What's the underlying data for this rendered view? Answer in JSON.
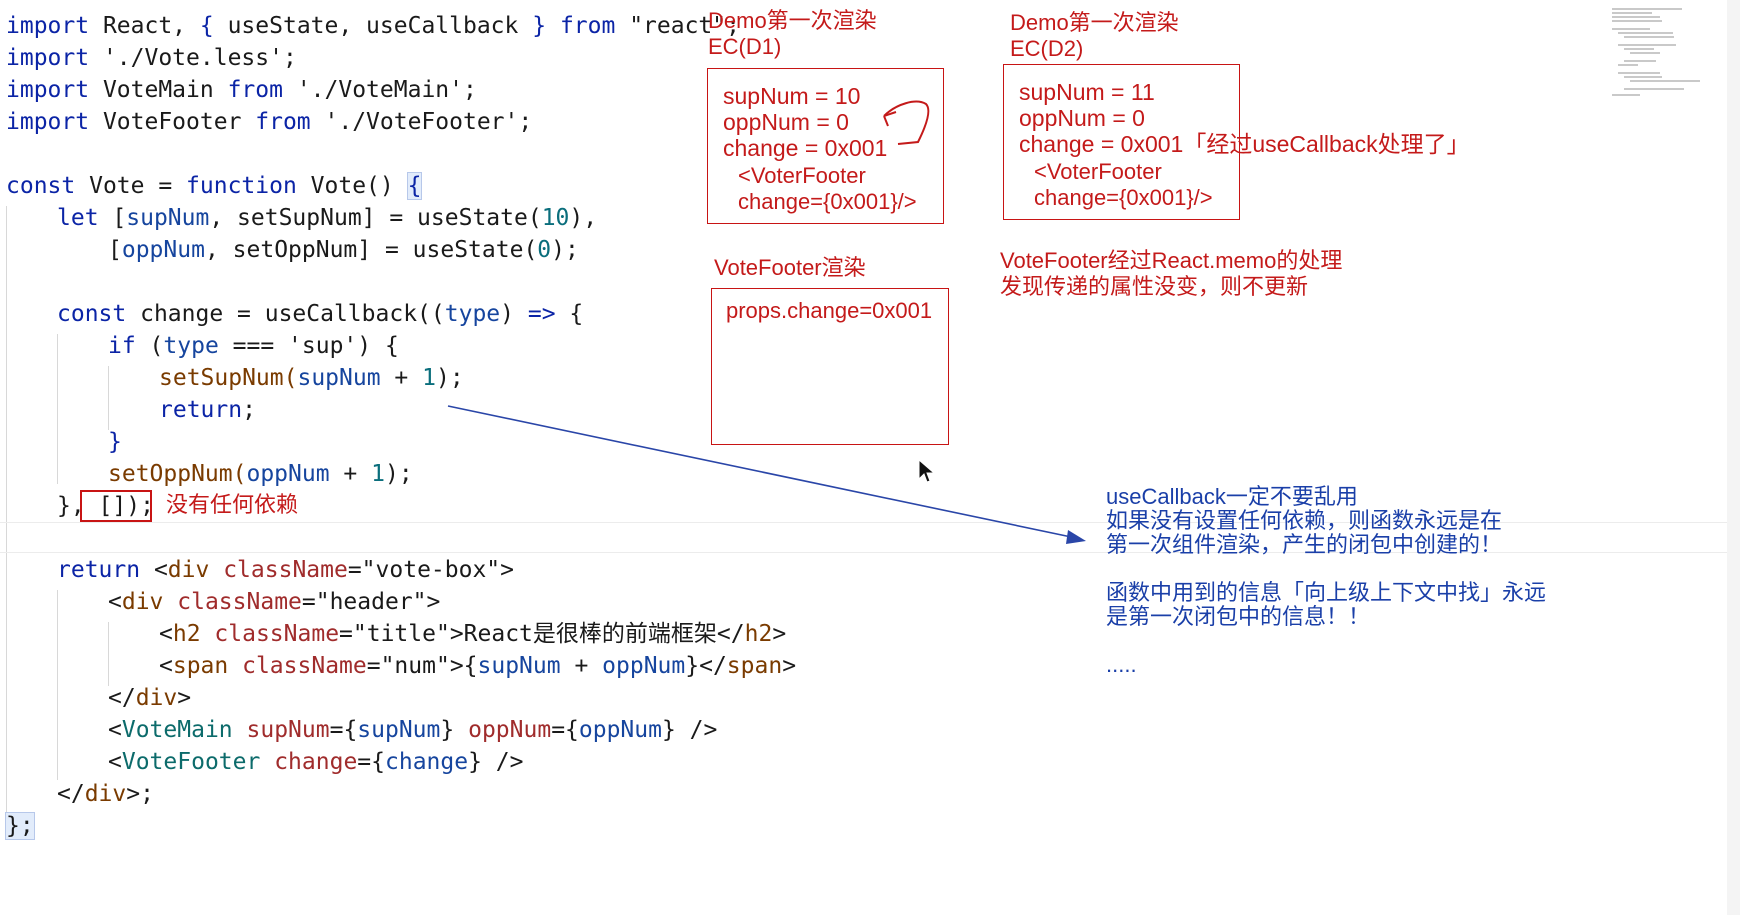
{
  "code": {
    "l1": [
      "import",
      " React, ",
      "{",
      " useState, useCallback ",
      "}",
      " ",
      "from",
      " \"react\";"
    ],
    "l2": [
      "import",
      " './Vote.less';"
    ],
    "l3": [
      "import",
      " VoteMain ",
      "from",
      " './VoteMain';"
    ],
    "l4": [
      "import",
      " VoteFooter ",
      "from",
      " './VoteFooter';"
    ],
    "l6": [
      "const",
      " Vote = ",
      "function",
      " Vote() ",
      "{"
    ],
    "l7": [
      "let",
      " [",
      "supNum",
      ", setSupNum] = useState(",
      "10",
      "),"
    ],
    "l8": [
      "[",
      "oppNum",
      ", setOppNum] = useState(",
      "0",
      ");"
    ],
    "l10": [
      "const",
      " change = useCallback((",
      "type",
      ") ",
      "=>",
      " {"
    ],
    "l11": [
      "if",
      " (",
      "type",
      " === 'sup') {"
    ],
    "l12": [
      "setSupNum(",
      "supNum",
      " + ",
      "1",
      ");"
    ],
    "l13": [
      "return",
      ";"
    ],
    "l14": [
      "}"
    ],
    "l15": [
      "setOppNum(",
      "oppNum",
      " + ",
      "1",
      ");"
    ],
    "l16a": "},",
    "l16b": " []);",
    "l18": [
      "return",
      " <",
      "div",
      " ",
      "className",
      "=\"vote-box\">"
    ],
    "l19": [
      "<",
      "div",
      " ",
      "className",
      "=\"header\">"
    ],
    "l20": [
      "<",
      "h2",
      " ",
      "className",
      "=\"title\">React是很棒的前端框架</",
      "h2",
      ">"
    ],
    "l21": [
      "<",
      "span",
      " ",
      "className",
      "=\"num\">{",
      "supNum",
      " + ",
      "oppNum",
      "}</",
      "span",
      ">"
    ],
    "l22": [
      "</",
      "div",
      ">"
    ],
    "l23": [
      "<",
      "VoteMain",
      " ",
      "supNum",
      "={",
      "supNum",
      "} ",
      "oppNum",
      "={",
      "oppNum",
      "} />"
    ],
    "l24": [
      "<",
      "VoteFooter",
      " ",
      "change",
      "={",
      "change",
      "} />"
    ],
    "l25": [
      "</",
      "div",
      ">;"
    ],
    "l26": "};"
  },
  "annotations": {
    "no_deps": "没有任何依赖",
    "d1_title": "Demo第一次渲染",
    "d1_ec": "EC(D1)",
    "d1_box": "supNum = 10\noppNum = 0\nchange = 0x001",
    "d1_box_footer": "<VoterFooter\nchange={0x001}/>",
    "d2_title": "Demo第一次渲染",
    "d2_ec": "EC(D2)",
    "d2_box": "supNum = 11\noppNum = 0\nchange = 0x001「经过useCallback处理了」",
    "d2_box_footer": "<VoterFooter\nchange={0x001}/>",
    "footer_title": "VoteFooter渲染",
    "footer_box": "props.change=0x001",
    "memo_note_1": "VoteFooter经过React.memo的处理",
    "memo_note_2": "发现传递的属性没变，则不更新",
    "blue_1": "useCallback一定不要乱用",
    "blue_2": "如果没有设置任何依赖，则函数永远是在",
    "blue_3": "第一次组件渲染，产生的闭包中创建的！",
    "blue_4": "函数中用到的信息「向上级上下文中找」永远",
    "blue_5": "是第一次闭包中的信息！！",
    "blue_6": "....."
  },
  "colors": {
    "annotation_red": "#c41a1a",
    "annotation_blue": "#1a3fa8",
    "keyword": "#0b24a6"
  }
}
